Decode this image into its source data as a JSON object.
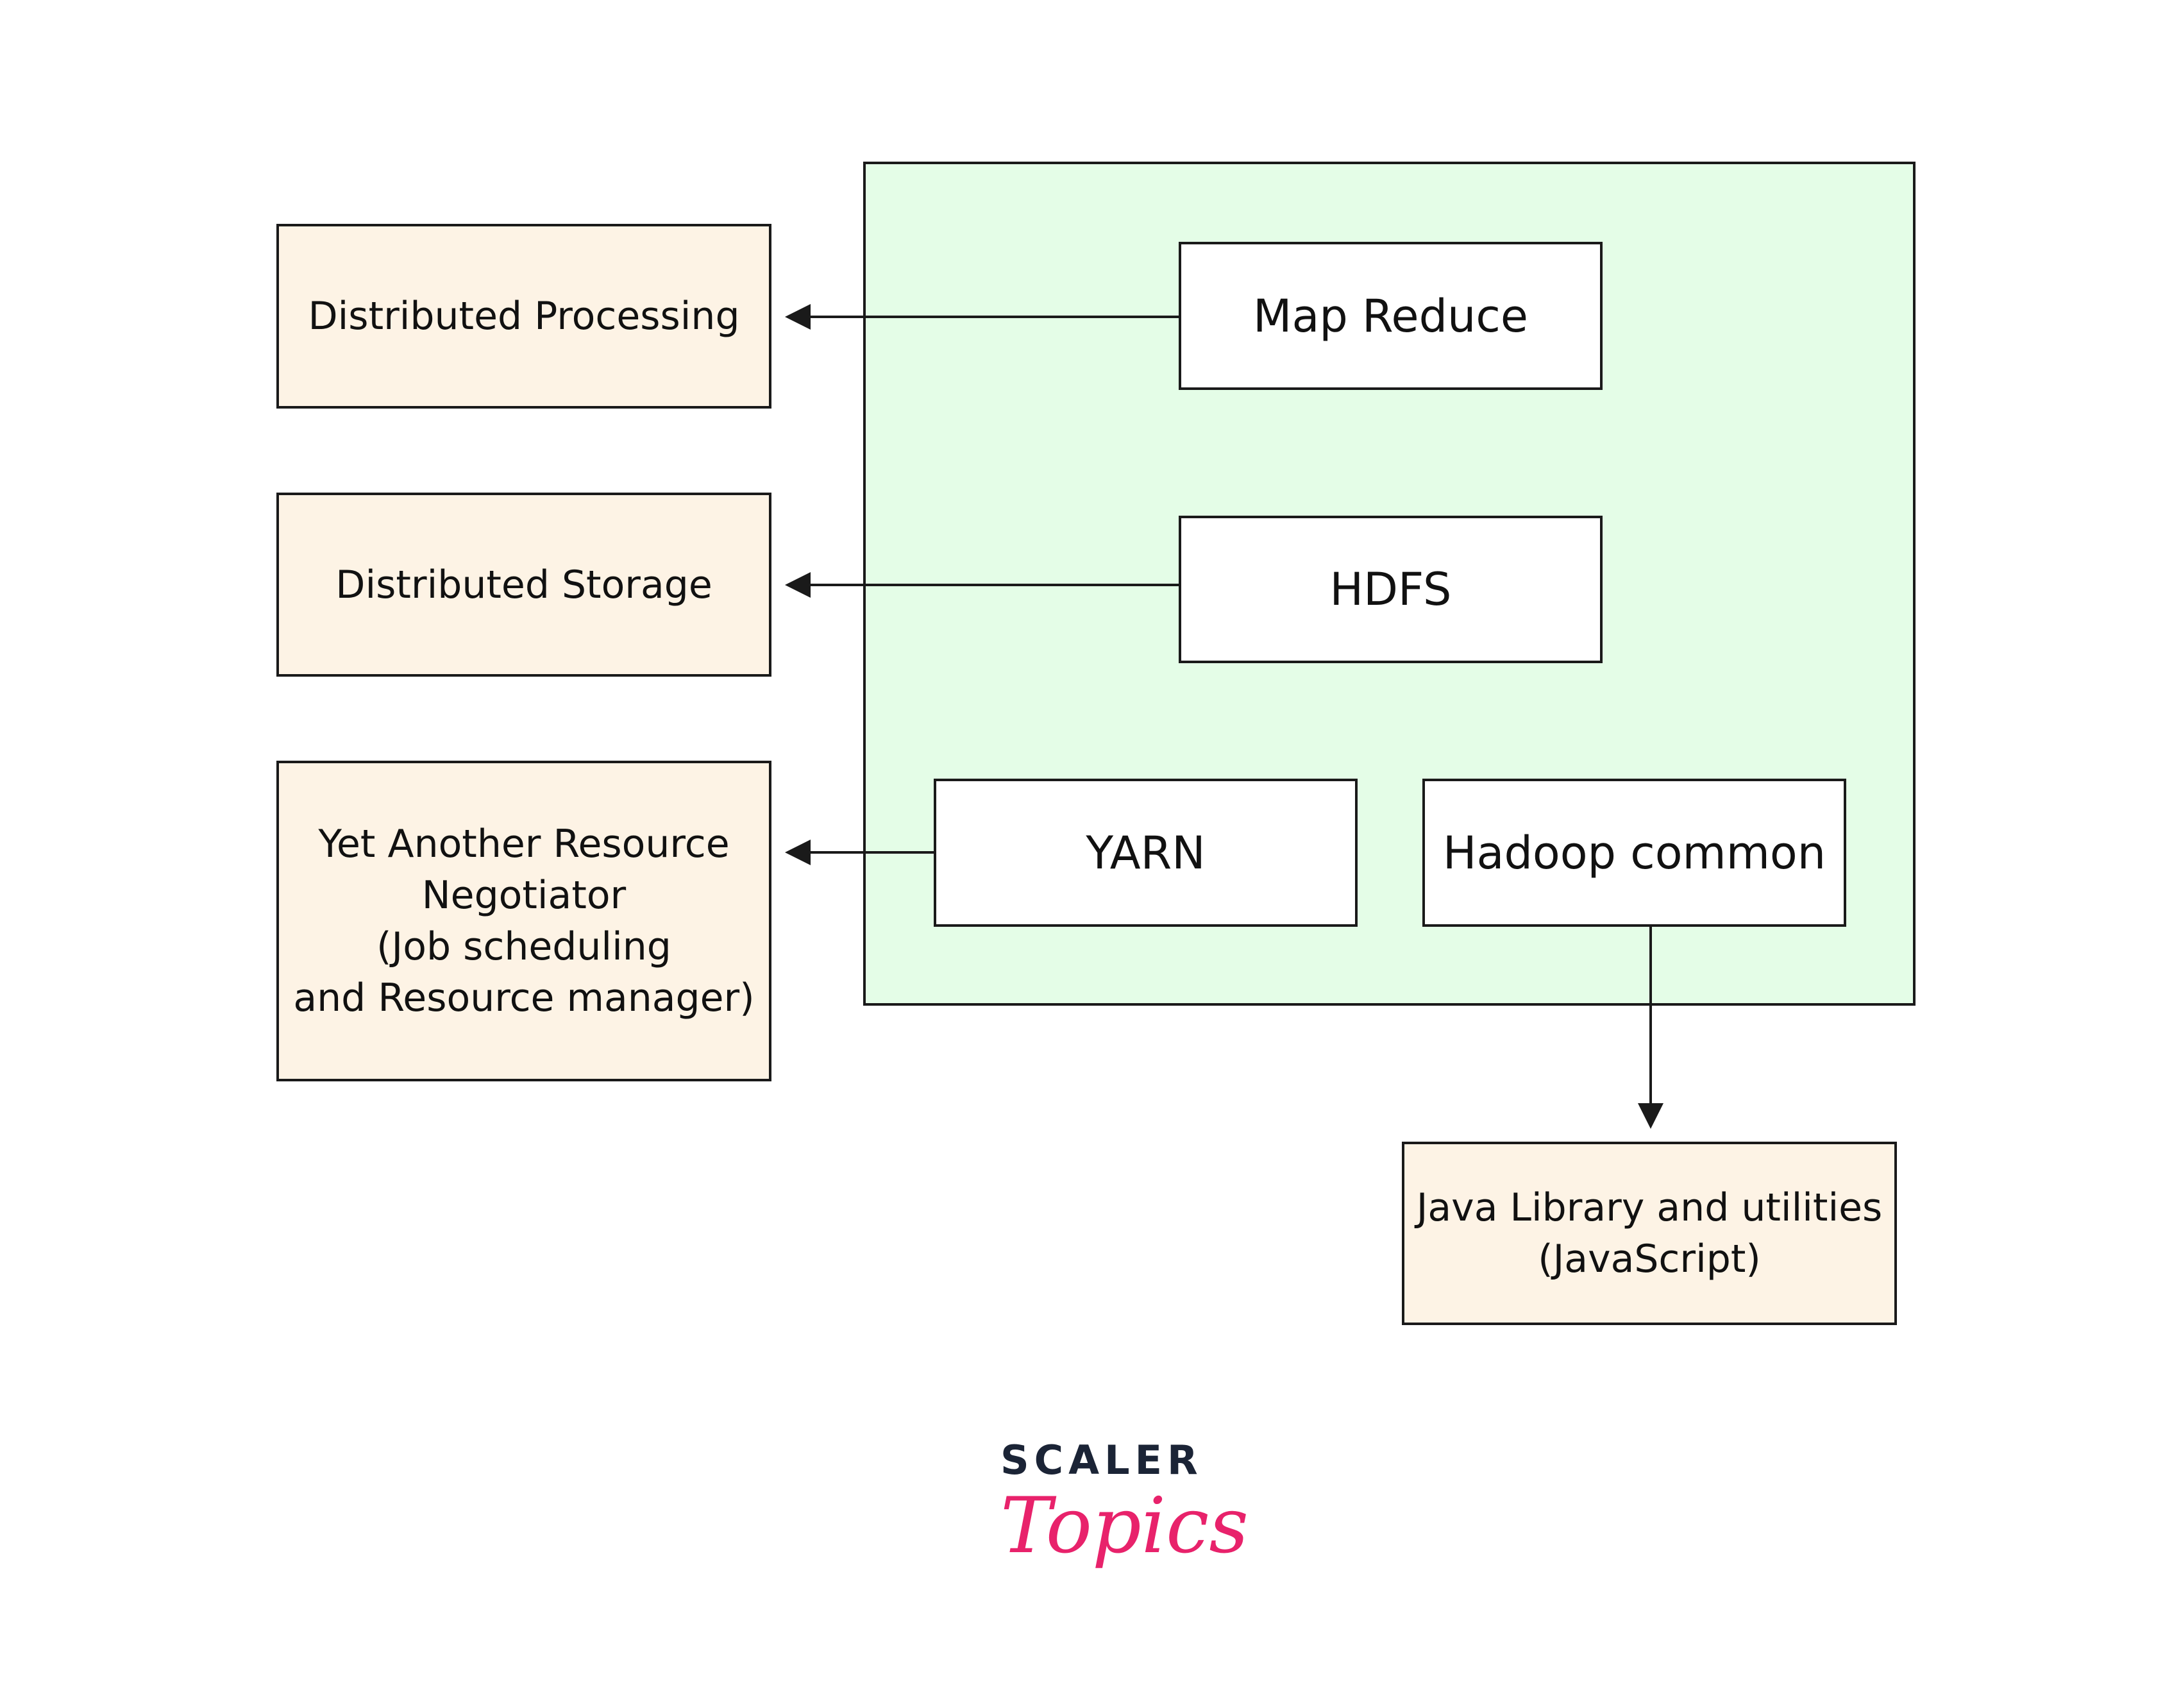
{
  "nodes": {
    "distributed_processing": "Distributed Processing",
    "distributed_storage": "Distributed Storage",
    "yarn_description": "Yet Another Resource\nNegotiator\n(Job scheduling\nand Resource manager)",
    "map_reduce": "Map Reduce",
    "hdfs": "HDFS",
    "yarn": "YARN",
    "hadoop_common": "Hadoop common",
    "java_library": "Java Library and utilities\n(JavaScript)"
  },
  "logo": {
    "top": "SCALER",
    "bottom": "Topics"
  },
  "colors": {
    "tan_box": "#fdf3e5",
    "container_green": "#e4fde7",
    "border": "#1a1a1a",
    "logo_navy": "#1b2436",
    "logo_pink": "#e8226b"
  }
}
